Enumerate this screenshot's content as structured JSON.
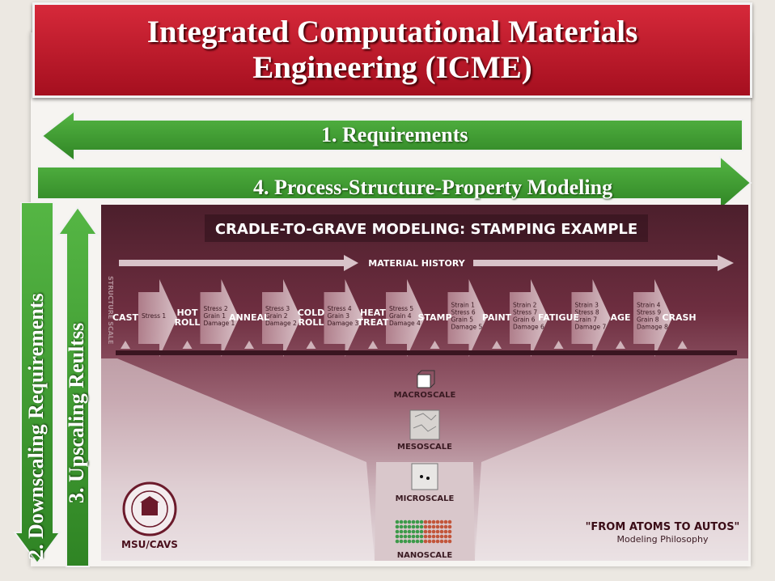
{
  "title": {
    "line1": "Integrated Computational Materials",
    "line2": "Engineering (ICME)"
  },
  "arrows": {
    "requirements": "1. Requirements",
    "modeling": "4. Process-Structure-Property Modeling",
    "downscaling": "2. Downscaling Requirements",
    "upscaling": "3. Upscaling Reultss"
  },
  "diagram": {
    "heading": "CRADLE-TO-GRAVE MODELING: STAMPING EXAMPLE",
    "material_history": "MATERIAL HISTORY",
    "structure_scale": "STRUCTURE SCALE",
    "stages": [
      {
        "name": "CAST",
        "notes": "Stress 1"
      },
      {
        "name": "HOT\nROLL",
        "notes": "Stress 2\nGrain 1\nDamage 1"
      },
      {
        "name": "ANNEAL",
        "notes": "Stress 3\nGrain 2\nDamage 2"
      },
      {
        "name": "COLD\nROLL",
        "notes": "Stress 4\nGrain 3\nDamage 3"
      },
      {
        "name": "HEAT\nTREAT",
        "notes": "Stress 5\nGrain 4\nDamage 4"
      },
      {
        "name": "STAMP",
        "notes": "Strain 1\nStress 6\nGrain 5\nDamage 5"
      },
      {
        "name": "PAINT",
        "notes": "Strain 2\nStress 7\nGrain 6\nDamage 6"
      },
      {
        "name": "FATIGUE",
        "notes": "Strain 3\nStress 8\nGrain 7\nDamage 7"
      },
      {
        "name": "AGE",
        "notes": "Strain 4\nStress 9\nGrain 8\nDamage 8"
      },
      {
        "name": "CRASH",
        "notes": ""
      }
    ],
    "scales": [
      "MACROSCALE",
      "MESOSCALE",
      "MICROSCALE",
      "NANOSCALE"
    ],
    "logo_label": "MSU/CAVS",
    "philosophy_quote": "\"FROM ATOMS TO AUTOS\"",
    "philosophy_sub": "Modeling Philosophy"
  },
  "colors": {
    "title_red": "#b5162a",
    "arrow_green": "#3b9a2c",
    "diagram_maroon": "#6e2e40"
  }
}
